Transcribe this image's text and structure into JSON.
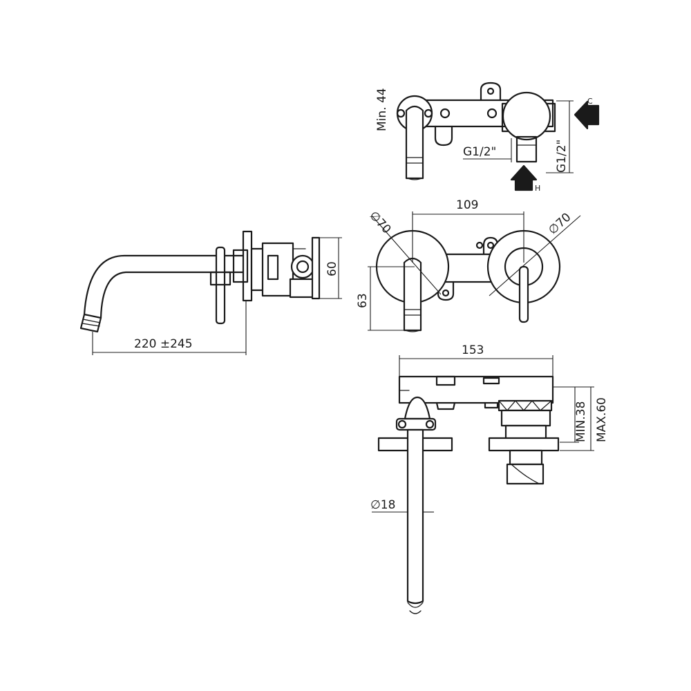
{
  "labels": {
    "min_44": "Min. 44",
    "g12_side": "G1/2\"",
    "g12_bottom": "G1/2\"",
    "arrow_c": "C",
    "arrow_h": "H",
    "dim_70_left": "∅70",
    "dim_70_right": "∅70",
    "dim_109": "109",
    "dim_63": "63",
    "dim_60_side": "60",
    "dim_220": "220 ±245",
    "dim_153": "153",
    "min_38": "MIN.38",
    "max_60": "MAX.60",
    "dim_18": "∅18"
  }
}
